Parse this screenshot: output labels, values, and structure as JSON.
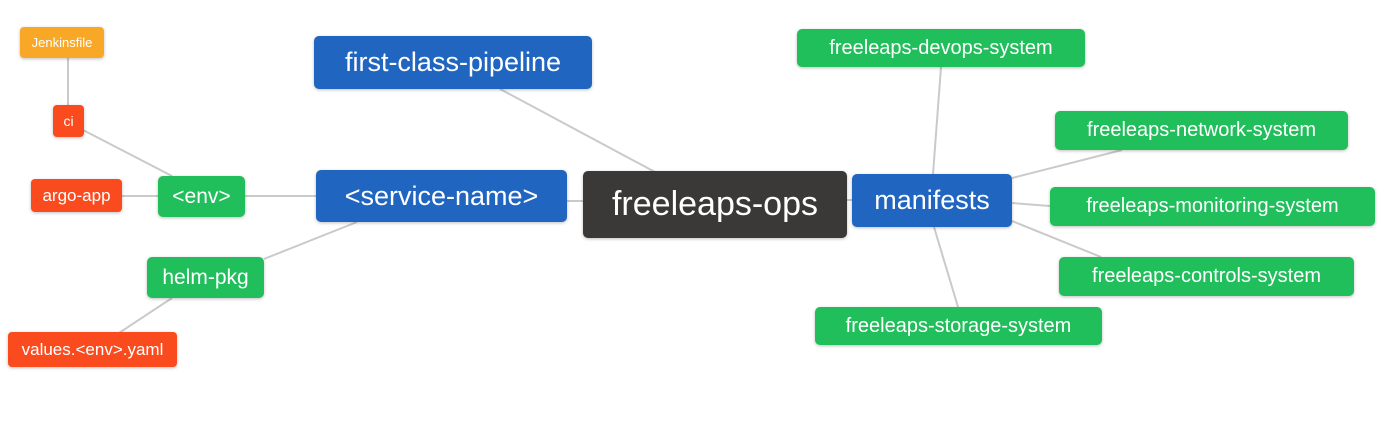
{
  "colors": {
    "root_bg": "#3b3838",
    "branch_blue_bg": "#2065c0",
    "leaf_green_bg": "#21bf5b",
    "leaf_orange_bg": "#f8a826",
    "leaf_red_bg": "#f94b1e",
    "edge": "#cacaca",
    "node_text": "#ffffff"
  },
  "nodes": {
    "root": {
      "label": "freeleaps-ops"
    },
    "first_class_pipeline": {
      "label": "first-class-pipeline"
    },
    "service_name": {
      "label": "<service-name>"
    },
    "manifests": {
      "label": "manifests"
    },
    "env": {
      "label": "<env>"
    },
    "helm_pkg": {
      "label": "helm-pkg"
    },
    "ci": {
      "label": "ci"
    },
    "jenkinsfile": {
      "label": "Jenkinsfile"
    },
    "argo_app": {
      "label": "argo-app"
    },
    "values_env_yaml": {
      "label": "values.<env>.yaml"
    },
    "devops_system": {
      "label": "freeleaps-devops-system"
    },
    "network_system": {
      "label": "freeleaps-network-system"
    },
    "monitoring_system": {
      "label": "freeleaps-monitoring-system"
    },
    "controls_system": {
      "label": "freeleaps-controls-system"
    },
    "storage_system": {
      "label": "freeleaps-storage-system"
    }
  }
}
